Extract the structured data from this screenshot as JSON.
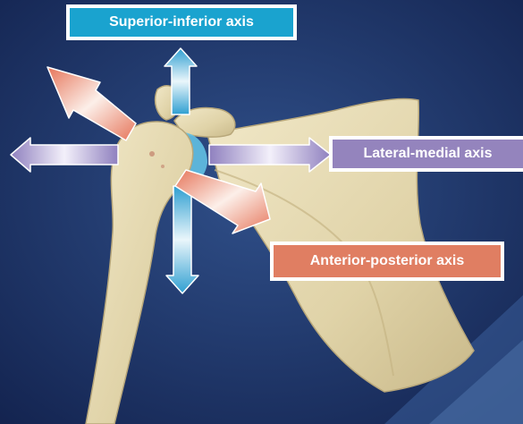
{
  "labels": {
    "superior_inferior": "Superior-inferior axis",
    "lateral_medial": "Lateral-medial axis",
    "anterior_posterior": "Anterior-posterior axis"
  },
  "colors": {
    "superior_inferior": "#1aa3cf",
    "lateral_medial": "#9484bd",
    "anterior_posterior": "#e07e62",
    "background": "#1c2f62",
    "bone": "#e7dcb7"
  }
}
